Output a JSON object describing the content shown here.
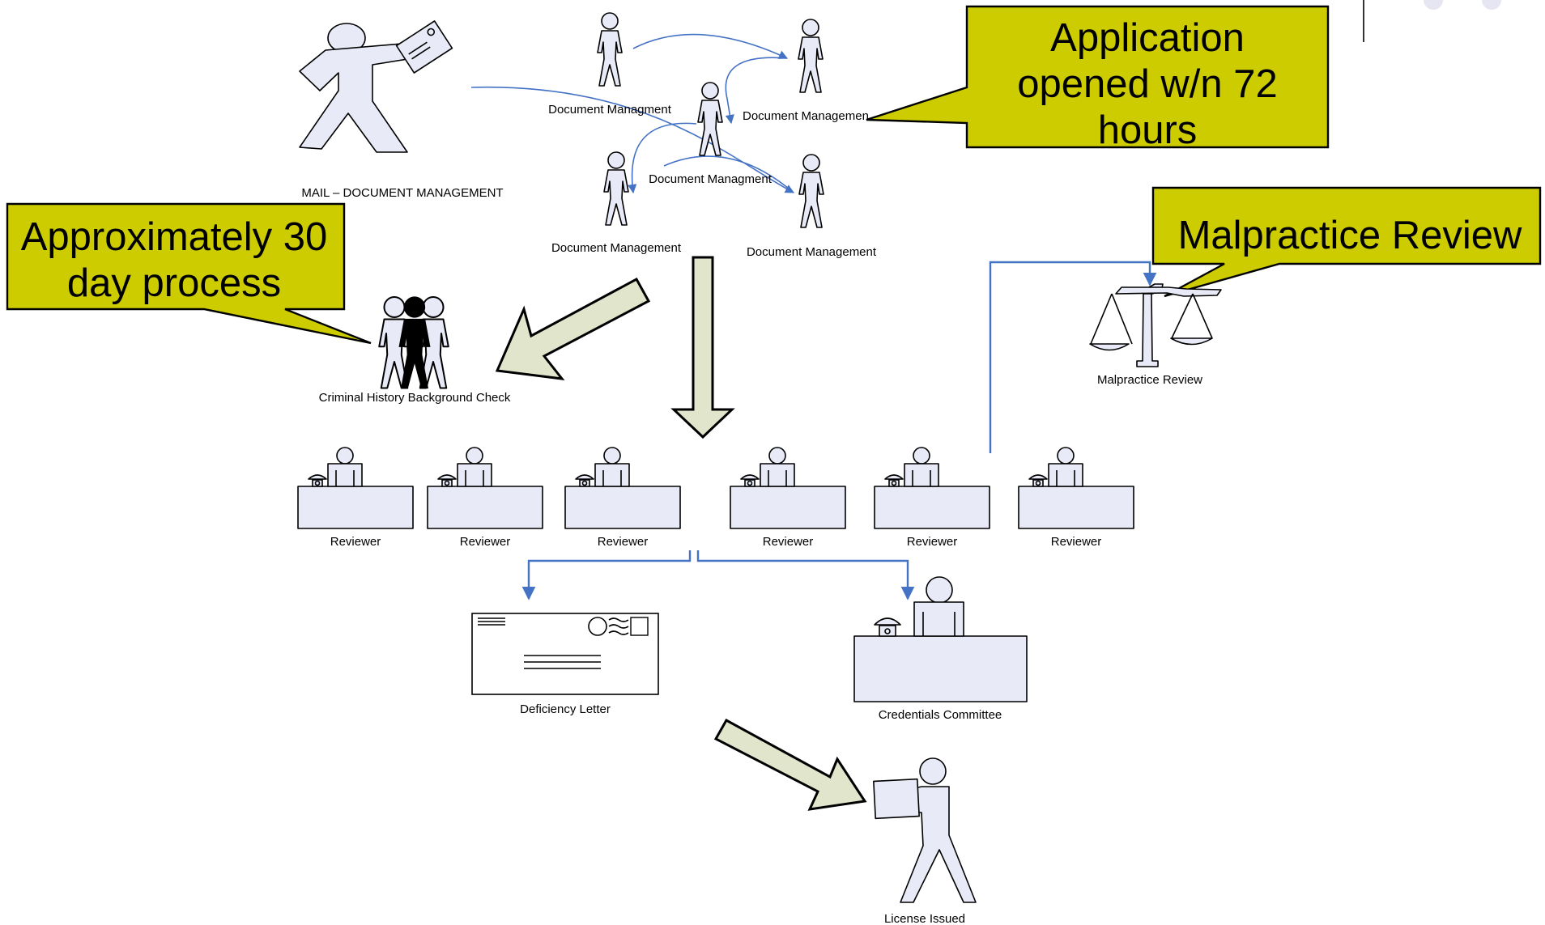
{
  "callouts": {
    "application_opened": [
      "Application",
      "opened w/n 72",
      "hours"
    ],
    "thirty_day": [
      "Approximately 30",
      "day process"
    ],
    "malpractice": "Malpractice Review"
  },
  "labels": {
    "mail": "MAIL – DOCUMENT MANAGEMENT",
    "doc_mgmt_1": "Document Managment",
    "doc_mgmt_2": "Document Managemen",
    "doc_mgmt_3": "Document Managment",
    "doc_mgmt_4": "Document Management",
    "doc_mgmt_5": "Document Management",
    "criminal": "Criminal History Background Check",
    "malpractice_node": "Malpractice Review",
    "reviewers": [
      "Reviewer",
      "Reviewer",
      "Reviewer",
      "Reviewer",
      "Reviewer",
      "Reviewer"
    ],
    "deficiency": "Deficiency Letter",
    "committee": "Credentials Committee",
    "license": "License Issued"
  },
  "colors": {
    "callout_fill": "#cccc00",
    "connector": "#4472c4",
    "figure_fill": "#e8ebf7",
    "block_arrow_fill": "#e0e5cc"
  }
}
